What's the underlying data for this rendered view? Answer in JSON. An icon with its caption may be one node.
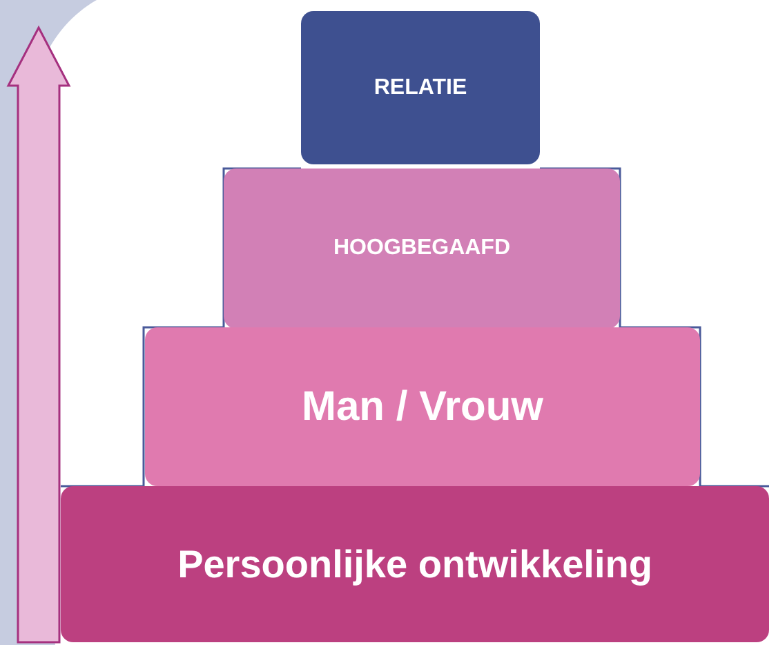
{
  "diagram": {
    "nodes": [
      {
        "text": [
          "RELATIE"
        ]
      },
      {
        "text": [
          "HOOGBEGAAFD"
        ]
      },
      {
        "text": [
          "Man / Vrouw"
        ]
      },
      {
        "text": [
          "Persoonlijke ontwikkeling"
        ]
      }
    ]
  }
}
